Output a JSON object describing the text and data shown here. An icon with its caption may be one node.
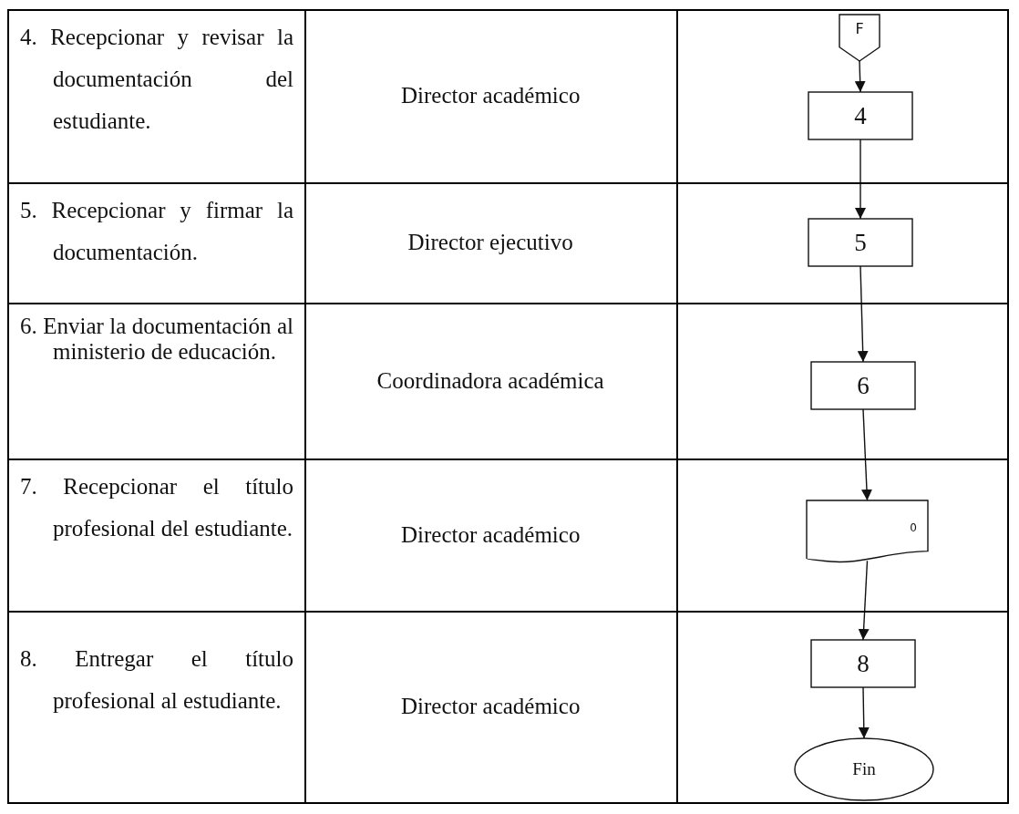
{
  "diagram": {
    "nodes": [
      {
        "text": [
          "F"
        ]
      },
      {
        "text": [
          "4"
        ]
      },
      {
        "text": [
          "5"
        ]
      },
      {
        "text": [
          "6"
        ]
      },
      {
        "text": [
          "0"
        ]
      },
      {
        "text": [
          "8"
        ]
      },
      {
        "text": [
          "Fin"
        ]
      }
    ],
    "edges": [
      {
        "from": 0,
        "to": 1,
        "arrow": "to"
      },
      {
        "from": 1,
        "to": 2,
        "arrow": "to"
      },
      {
        "from": 2,
        "to": 3,
        "arrow": "to"
      },
      {
        "from": 3,
        "to": 4,
        "arrow": "to"
      },
      {
        "from": 4,
        "to": 5,
        "arrow": "to"
      },
      {
        "from": 5,
        "to": 6,
        "arrow": "to"
      }
    ],
    "labels": [
      "4. Recepcionar y revisar la documentación del estudiante.",
      "Director académico",
      "5. Recepcionar y firmar la documentación.",
      "Director ejecutivo",
      "6. Enviar la documentación al ministerio de educación.",
      "Coordinadora académica",
      "7. Recepcionar el título profesional del estudiante.",
      "Director académico",
      "8. Entregar el título profesional al estudiante.",
      "Director académico"
    ]
  }
}
